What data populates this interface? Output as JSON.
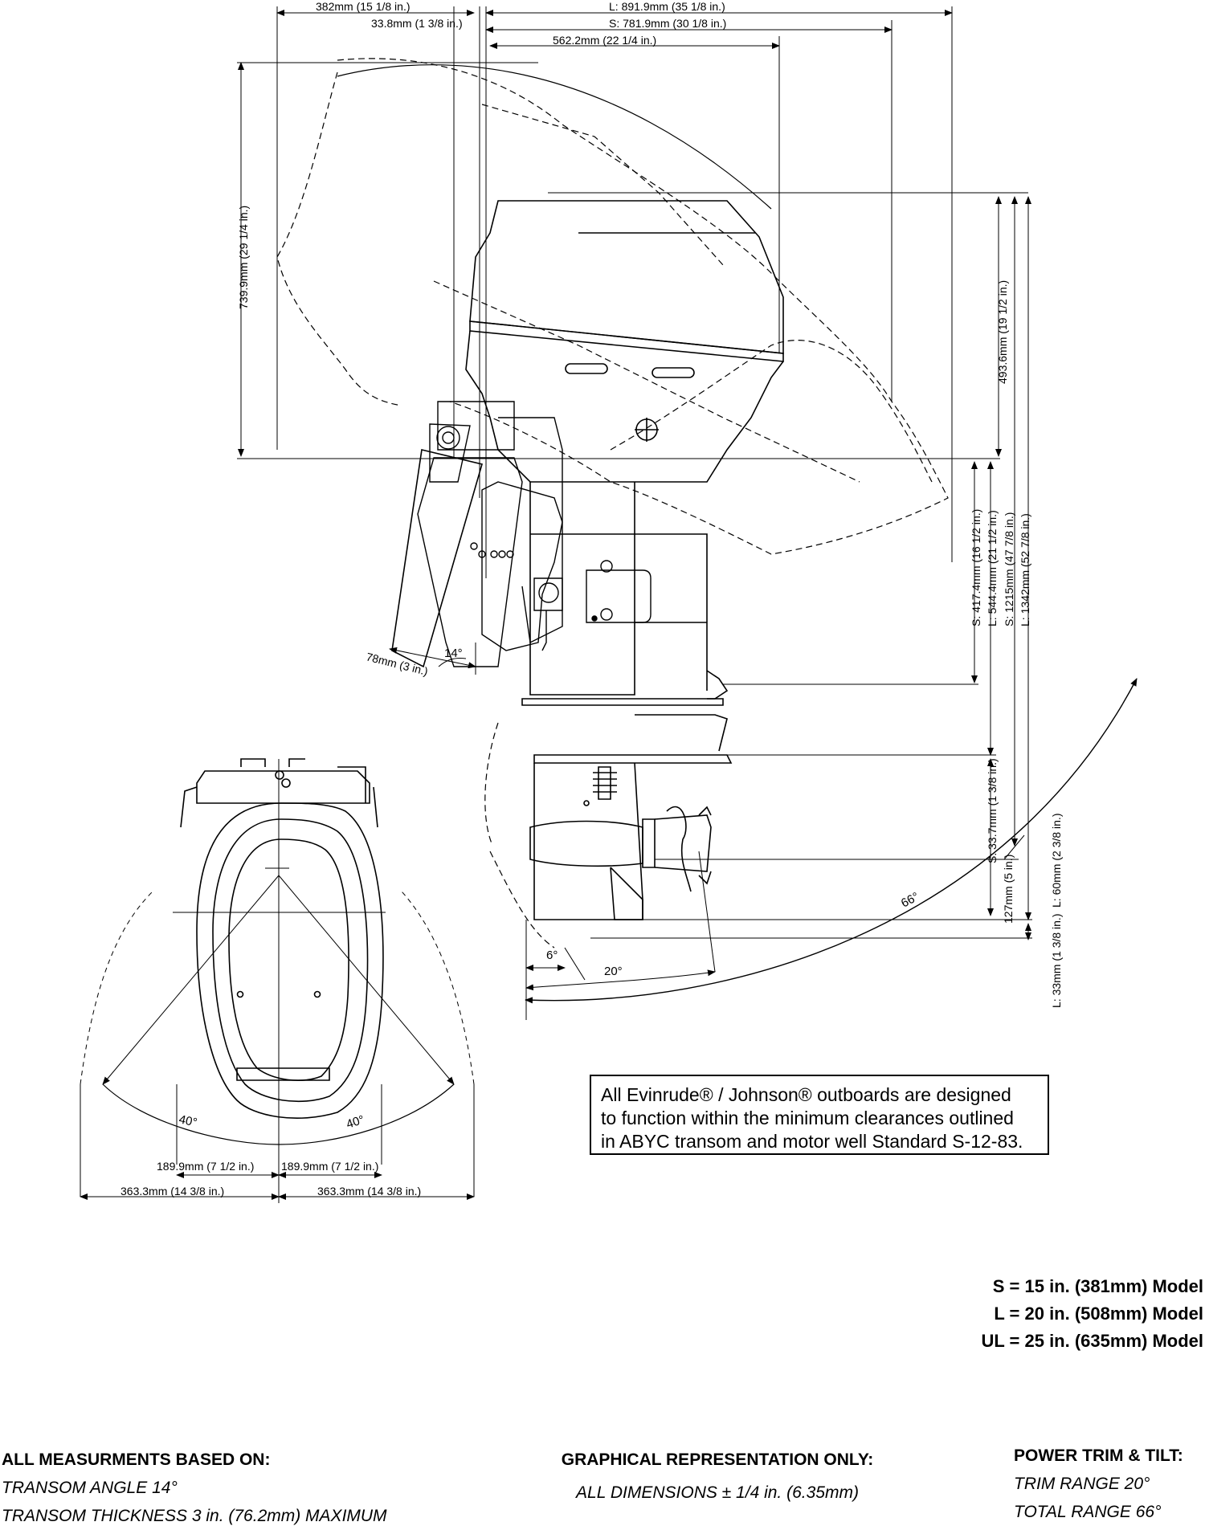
{
  "dimensions": {
    "top_382": "382mm (15 1/8 in.)",
    "top_33_8": "33.8mm (1 3/8 in.)",
    "top_L_891": "L: 891.9mm (35 1/8 in.)",
    "top_S_781": "S: 781.9mm (30 1/8 in.)",
    "top_562": "562.2mm (22 1/4 in.)",
    "left_739": "739.9mm (29 1/4 in.)",
    "right_493": "493.6mm (19 1/2 in.)",
    "right_S_417": "S: 417.4mm (16 1/2 in.)",
    "right_L_544": "L: 544.4mm (21 1/2 in.)",
    "right_S_1215": "S: 1215mm (47 7/8 in.)",
    "right_L_1342": "L: 1342mm (52 7/8 in.)",
    "right_33_7": "S: 33.7mm (1 3/8 in.)",
    "right_127": "127mm (5 in.)",
    "right_L_60": "L: 60mm (2 3/8 in.)",
    "right_L_33": "L: 33mm (1 3/8 in.)",
    "transom_78": "78mm (3 in.)",
    "bottom_189_left": "189.9mm (7 1/2 in.)",
    "bottom_189_right": "189.9mm (7 1/2 in.)",
    "bottom_363_left": "363.3mm (14 3/8 in.)",
    "bottom_363_right": "363.3mm (14 3/8 in.)"
  },
  "angles": {
    "transom": "14°",
    "trim_6": "6°",
    "trim_20": "20°",
    "tilt_66": "66°",
    "steer_left": "40°",
    "steer_right": "40°"
  },
  "note": {
    "line1": "All Evinrude® / Johnson® outboards are designed",
    "line2": "to function within the minimum clearances outlined",
    "line3": "in ABYC transom and motor well Standard S-12-83."
  },
  "legend": {
    "s": "S = 15 in. (381mm) Model",
    "l": "L = 20 in. (508mm) Model",
    "ul": "UL = 25 in. (635mm) Model"
  },
  "footer": {
    "based_on_heading": "ALL MEASURMENTS BASED ON:",
    "transom_angle": "TRANSOM ANGLE 14°",
    "transom_thickness": "TRANSOM THICKNESS 3 in. (76.2mm) MAXIMUM",
    "graphical_heading": "GRAPHICAL REPRESENTATION ONLY:",
    "tolerance": "ALL DIMENSIONS ± 1/4 in. (6.35mm)",
    "trim_heading": "POWER TRIM & TILT:",
    "trim_range": "TRIM RANGE 20°",
    "total_range": "TOTAL RANGE 66°"
  }
}
